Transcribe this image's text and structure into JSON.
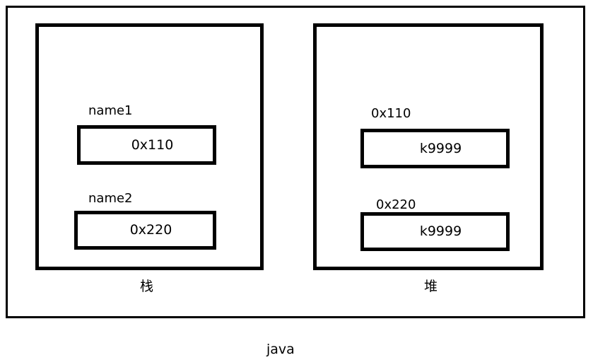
{
  "diagram": {
    "caption": "java",
    "colors": {
      "stroke": "#000000",
      "background": "#ffffff",
      "text": "#000000"
    },
    "regions": [
      {
        "id": "stack",
        "caption": "栈",
        "slots": [
          {
            "label": "name1",
            "value": "0x110"
          },
          {
            "label": "name2",
            "value": "0x220"
          }
        ]
      },
      {
        "id": "heap",
        "caption": "堆",
        "slots": [
          {
            "label": "0x110",
            "value": "k9999"
          },
          {
            "label": "0x220",
            "value": "k9999"
          }
        ]
      }
    ]
  }
}
